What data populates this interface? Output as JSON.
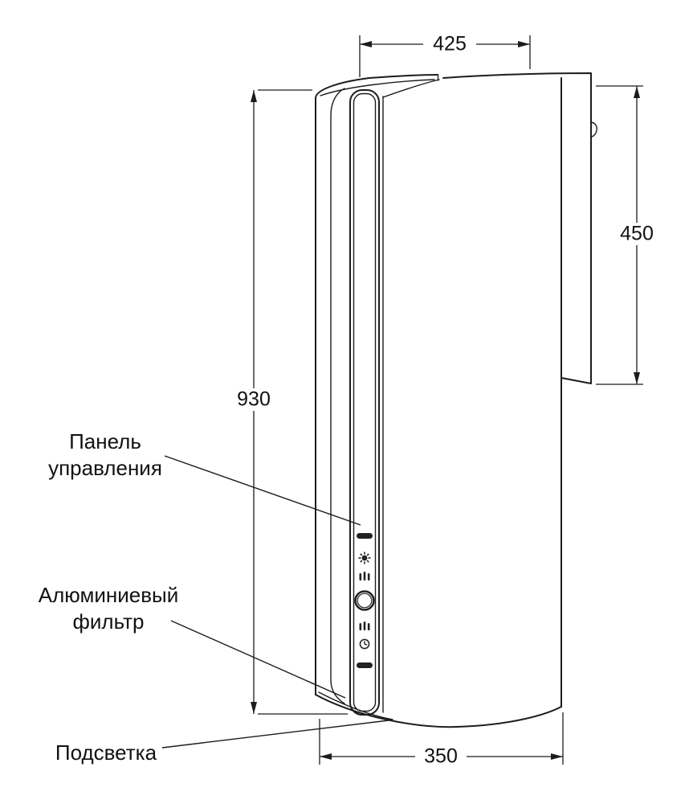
{
  "diagram": {
    "type": "technical-drawing",
    "dimensions": {
      "top_width": "425",
      "right_height": "450",
      "left_height": "930",
      "bottom_width": "350"
    },
    "labels": {
      "control_panel_line1": "Панель",
      "control_panel_line2": "управления",
      "filter_line1": "Алюминиевый",
      "filter_line2": "фильтр",
      "backlight": "Подсветка"
    },
    "control_panel_icons": [
      "indicator-bar-icon",
      "light-icon",
      "fan-speed-icon",
      "power-button",
      "fan-speed-icon",
      "timer-icon",
      "indicator-bar-icon"
    ],
    "colors": {
      "line": "#1c1c1c",
      "background": "#ffffff"
    }
  }
}
